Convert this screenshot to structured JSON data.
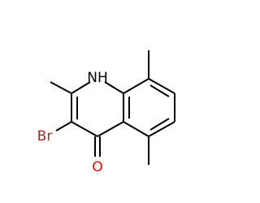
{
  "atoms": {
    "nitrogen": {
      "symbol": "N",
      "hydrogen": "H"
    },
    "bromine": {
      "symbol": "Br"
    },
    "oxygen": {
      "symbol": "O"
    }
  },
  "colors": {
    "bond": "#000000",
    "bromine": "#a52a2a",
    "oxygen": "#ff0000",
    "nitrogen": "#000000"
  }
}
